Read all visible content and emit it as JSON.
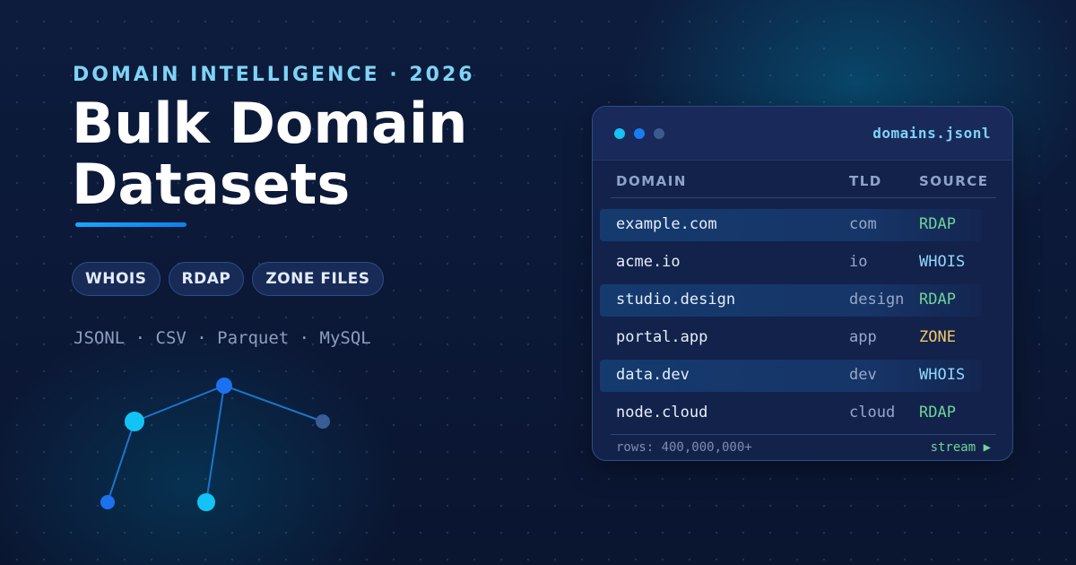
{
  "hero": {
    "eyebrow": "DOMAIN INTELLIGENCE · 2026",
    "title_line1": "Bulk Domain",
    "title_line2": "Datasets",
    "pills": [
      "WHOIS",
      "RDAP",
      "ZONE FILES"
    ],
    "formats": "JSONL · CSV · Parquet · MySQL"
  },
  "colors": {
    "accent": "#7fd3f5",
    "rdap": "#6fd39a",
    "whois": "#8fd8ff",
    "zone": "#f3c86b",
    "stream": "#6fd39a"
  },
  "window": {
    "dots": [
      "#19c1f5",
      "#1a7cf0",
      "#3c5a8c"
    ],
    "filename": "domains.jsonl",
    "columns": [
      "DOMAIN",
      "TLD",
      "SOURCE"
    ],
    "rows": [
      {
        "domain": "example.com",
        "tld": "com",
        "source": "RDAP",
        "highlight": true
      },
      {
        "domain": "acme.io",
        "tld": "io",
        "source": "WHOIS",
        "highlight": false
      },
      {
        "domain": "studio.design",
        "tld": "design",
        "source": "RDAP",
        "highlight": true
      },
      {
        "domain": "portal.app",
        "tld": "app",
        "source": "ZONE",
        "highlight": false
      },
      {
        "domain": "data.dev",
        "tld": "dev",
        "source": "WHOIS",
        "highlight": true
      },
      {
        "domain": "node.cloud",
        "tld": "cloud",
        "source": "RDAP",
        "highlight": false
      }
    ],
    "footer_rows": "rows: 400,000,000+",
    "footer_stream": "stream ▶"
  }
}
